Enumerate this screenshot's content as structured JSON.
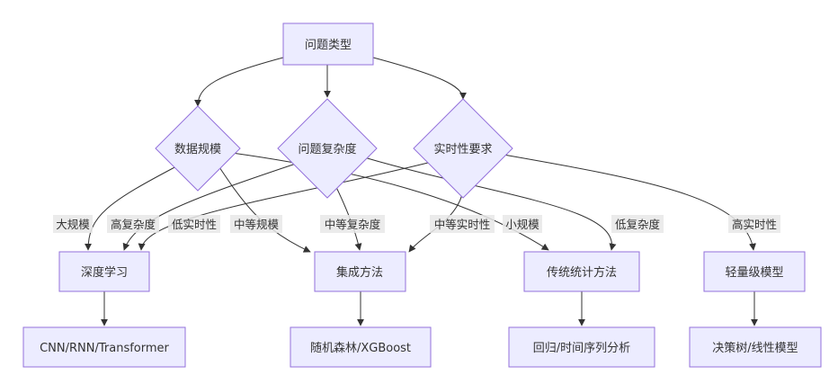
{
  "nodes": {
    "problem_type": "问题类型",
    "data_scale": "数据规模",
    "problem_complexity": "问题复杂度",
    "realtime_req": "实时性要求",
    "deep_learning": "深度学习",
    "ensemble": "集成方法",
    "traditional_stats": "传统统计方法",
    "lightweight": "轻量级模型",
    "dl_examples": "CNN/RNN/Transformer",
    "ensemble_examples": "随机森林/XGBoost",
    "stats_examples": "回归/时间序列分析",
    "light_examples": "决策树/线性模型"
  },
  "edge_labels": {
    "large_scale": "大规模",
    "high_complexity": "高复杂度",
    "low_realtime": "低实时性",
    "medium_scale": "中等规模",
    "medium_complexity": "中等复杂度",
    "medium_realtime": "中等实时性",
    "small_scale": "小规模",
    "low_complexity": "低复杂度",
    "high_realtime": "高实时性"
  },
  "colors": {
    "node_fill": "#ECECFF",
    "node_stroke": "#9370DB",
    "edge": "#333333",
    "label_bg": "#e8e8e8"
  }
}
